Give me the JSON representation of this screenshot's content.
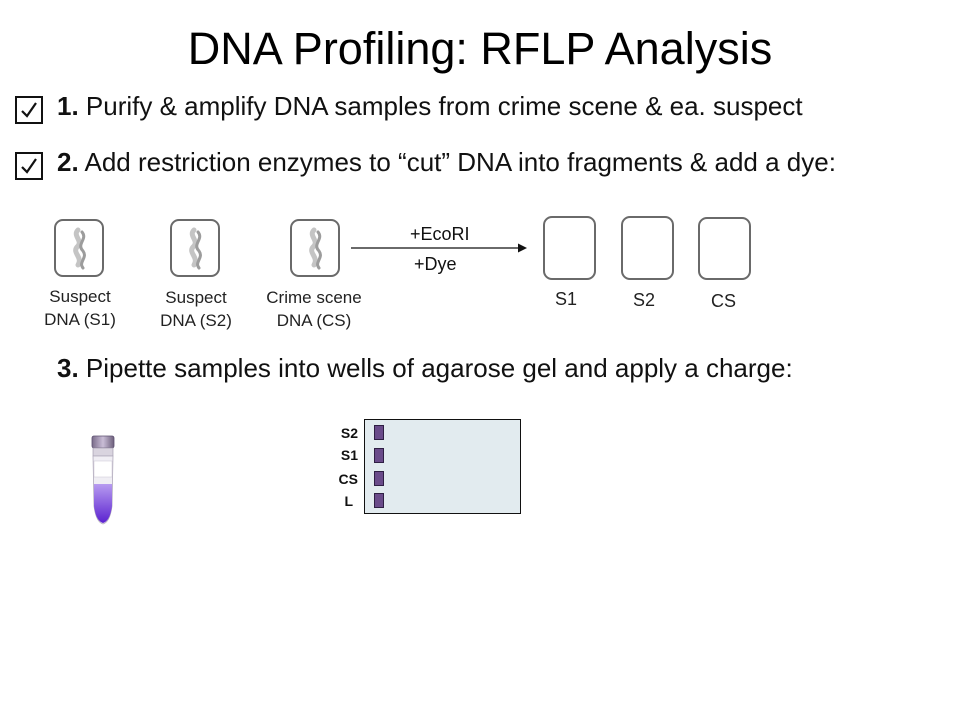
{
  "slide": {
    "title": "DNA Profiling: RFLP Analysis",
    "steps": [
      {
        "number": "1.",
        "text": "Purify & amplify DNA samples from crime scene & ea. suspect",
        "checked": true
      },
      {
        "number": "2.",
        "text": "Add restriction enzymes to “cut” DNA into fragments & add a dye:",
        "checked": true
      },
      {
        "number": "3.",
        "text": "Pipette samples into wells of agarose gel and apply a charge:",
        "checked": false
      }
    ],
    "samples": [
      {
        "line1": "Suspect",
        "line2": "DNA (S1)"
      },
      {
        "line1": "Suspect",
        "line2": "DNA (S2)"
      },
      {
        "line1": "Crime scene",
        "line2": "DNA (CS)"
      }
    ],
    "reaction": {
      "enzyme": "+EcoRI",
      "dye": "+Dye"
    },
    "results": [
      "S1",
      "S2",
      "CS"
    ],
    "gel": {
      "lanes": [
        "S2",
        "S1",
        "CS",
        "L"
      ],
      "well_color": "#6a4b8a",
      "gel_color": "#e2ebef"
    },
    "colors": {
      "dye": "#7b3fe4"
    }
  }
}
